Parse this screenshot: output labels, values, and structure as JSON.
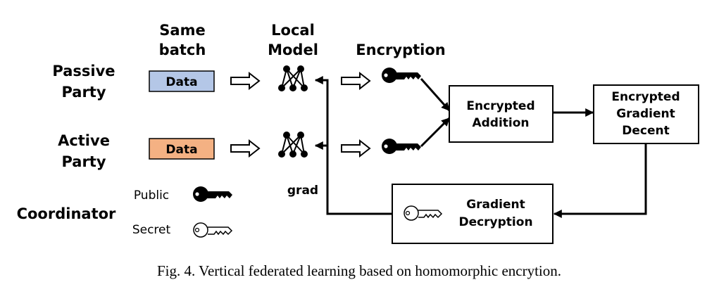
{
  "headers": {
    "same_batch": [
      "Same",
      "batch"
    ],
    "local_model": [
      "Local",
      "Model"
    ],
    "encryption": "Encryption"
  },
  "parties": {
    "passive": [
      "Passive",
      "Party"
    ],
    "active": [
      "Active",
      "Party"
    ],
    "coordinator": "Coordinator"
  },
  "data_boxes": {
    "passive": {
      "label": "Data",
      "color": "#b4c7e7"
    },
    "active": {
      "label": "Data",
      "color": "#f4b183"
    }
  },
  "process_boxes": {
    "encrypted_addition": [
      "Encrypted",
      "Addition"
    ],
    "encrypted_gradient_decent": [
      "Encrypted",
      "Gradient",
      "Decent"
    ],
    "gradient_decryption": [
      "Gradient",
      "Decryption"
    ]
  },
  "legend": {
    "public": "Public",
    "secret": "Secret"
  },
  "grad_label": "grad",
  "caption": "Fig. 4.  Vertical federated learning based on homomorphic encrytion."
}
